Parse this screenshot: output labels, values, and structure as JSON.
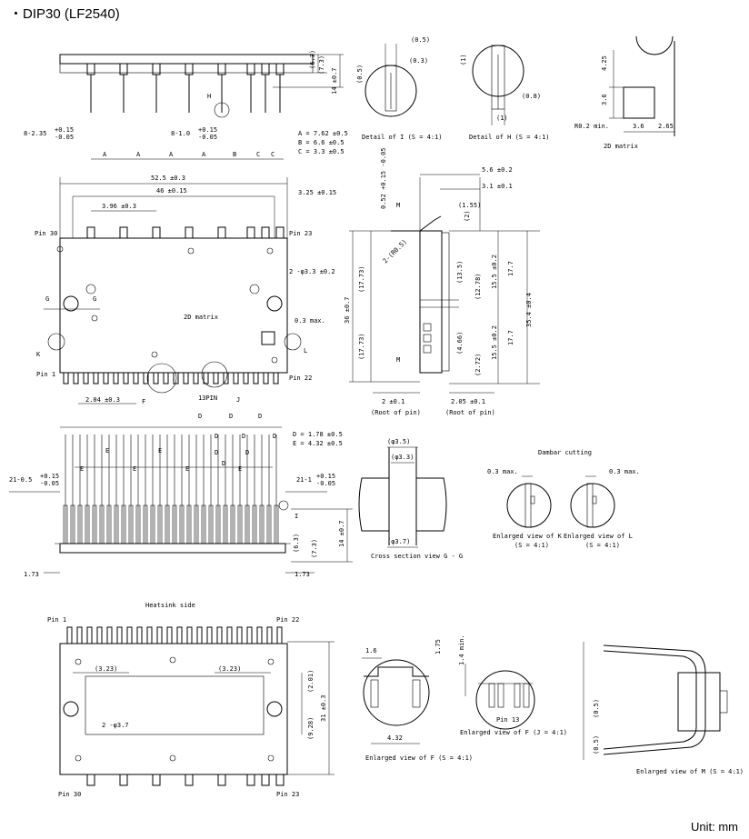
{
  "title": "・DIP30 (LF2540)",
  "unit": "Unit: mm",
  "top_side_view": {
    "labels": [
      "8-2.35",
      "+0.15",
      "-0.05",
      "8-1.0",
      "+0.15",
      "-0.05",
      "H",
      "A",
      "A",
      "A",
      "A",
      "B",
      "C",
      "C",
      "(6.3)",
      "(7.3)",
      "14 ±0.7"
    ],
    "legend": [
      "A = 7.62 ±0.5",
      "B = 6.6 ±0.5",
      "C = 3.3 ±0.5"
    ]
  },
  "detail_I": {
    "caption": "Detail of I (S = 4:1)",
    "labels": [
      "(0.5)",
      "(0.3)",
      "(0.5)"
    ]
  },
  "detail_H": {
    "caption": "Detail of H (S = 4:1)",
    "labels": [
      "(1)",
      "(0.8)",
      "(1)"
    ]
  },
  "matrix_2d": {
    "caption": "2D matrix",
    "labels": [
      "4.25",
      "3.6",
      "R0.2 min.",
      "3.6",
      "2.65"
    ]
  },
  "top_view": {
    "labels": [
      "52.5 ±0.3",
      "46 ±0.15",
      "3.25 ±0.15",
      "3.96 ±0.3",
      "Pin 30",
      "Pin 23",
      "2 -φ3.3 ±0.2",
      "2D matrix",
      "0.3 max.",
      "G",
      "G",
      "K",
      "L",
      "Pin 1",
      "Pin 22",
      "2.04 ±0.3",
      "F",
      "13PIN",
      "J"
    ]
  },
  "side_view": {
    "labels": [
      "5.6 ±0.2",
      "0.52 +0.15 -0.05",
      "3.1 ±0.1",
      "(1.55)",
      "M",
      "(2)",
      "2-(R0.5)",
      "(17.73)",
      "(17.73)",
      "36 ±0.7",
      "(13.5)",
      "(12.78)",
      "17.7",
      "17.7",
      "15.5 ±0.2",
      "15.5 ±0.2",
      "35.4 ±0.4",
      "(4.66)",
      "(2.72)",
      "M",
      "2 ±0.1",
      "(Root of pin)",
      "2.05 ±0.1",
      "(Root of pin)"
    ]
  },
  "front_view": {
    "labels": [
      "D",
      "D",
      "D",
      "D",
      "E",
      "E",
      "E",
      "E",
      "E",
      "E",
      "D",
      "D",
      "D",
      "D",
      "D",
      "D = 1.78 ±0.5",
      "E = 4.32 ±0.5",
      "21-0.5",
      "+0.15",
      "-0.05",
      "21-1",
      "+0.15",
      "-0.05",
      "I",
      "(6.3)",
      "(7.3)",
      "14 ±0.7",
      "1.73",
      "1.73"
    ]
  },
  "cross_section": {
    "caption": "Cross section view G - G",
    "labels": [
      "(φ3.5)",
      "(φ3.3)",
      "(φ3.7)"
    ]
  },
  "dambar": {
    "title": "Dambar cutting",
    "labels": [
      "0.3 max.",
      "0.3 max."
    ],
    "captions": [
      "Enlarged view of K",
      "(S = 4:1)",
      "Enlarged view of L",
      "(S = 4:1)"
    ]
  },
  "heatsink_view": {
    "title": "Heatsink side",
    "labels": [
      "Pin 1",
      "Pin 22",
      "(3.23)",
      "(3.23)",
      "2 -φ3.7",
      "(2.01)",
      "(9.28)",
      "31 ±0.3",
      "Pin 30",
      "Pin 23"
    ]
  },
  "view_F": {
    "caption": "Enlarged view of F (S = 4:1)",
    "labels": [
      "1.6",
      "1.75",
      "4.32"
    ]
  },
  "view_J": {
    "caption": "Enlarged view of F (J = 4:1)",
    "labels": [
      "1.4 min.",
      "Pin 13"
    ]
  },
  "view_M": {
    "caption": "Enlarged view of M (S = 4:1)",
    "labels": [
      "(0.5)",
      "(0.5)"
    ]
  }
}
